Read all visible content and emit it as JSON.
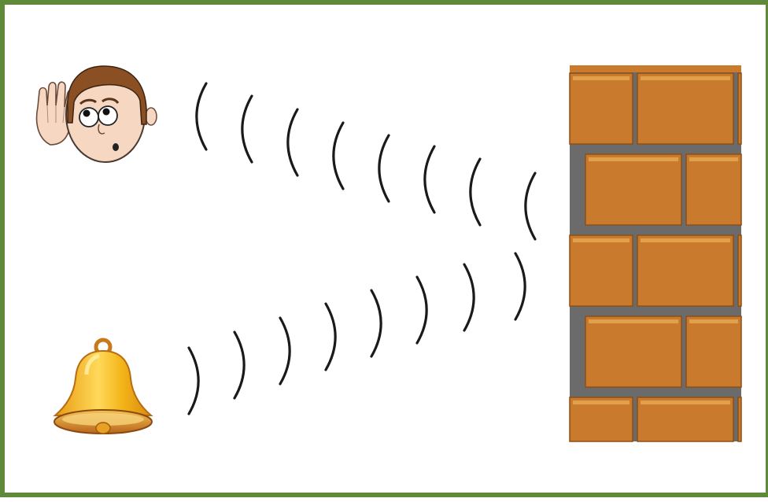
{
  "scene": {
    "elements": [
      "listener-face",
      "cupped-hand",
      "bell",
      "brick-wall",
      "incident-sound-waves",
      "reflected-sound-waves"
    ],
    "colors": {
      "frame_border": "#5f8a3a",
      "background": "#ffffff",
      "brick": "#c97a2c",
      "brick_highlight": "#e1a04a",
      "mortar": "#6b6b6b",
      "bell_gold": "#f3b418",
      "bell_rim": "#c9791a",
      "skin": "#f5d7c2",
      "hair": "#8a4f22",
      "wave_stroke": "#1a1a1a"
    }
  }
}
